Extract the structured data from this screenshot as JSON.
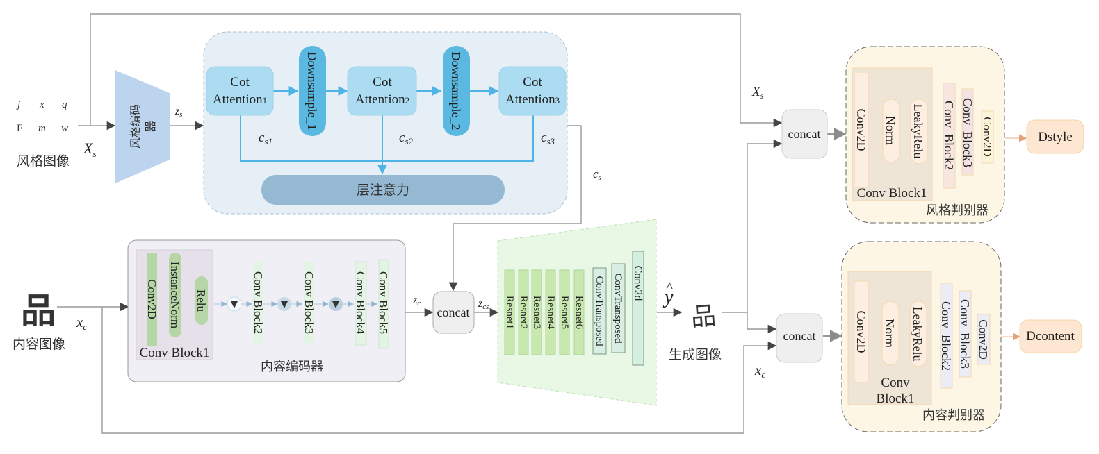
{
  "inputs": {
    "style_glyphs_row1": [
      "j",
      "x",
      "q"
    ],
    "style_glyphs_row2": [
      "F",
      "m",
      "w"
    ],
    "style_image_label": "风格图像",
    "style_var": "X",
    "style_var_sub": "s",
    "content_glyph": "品",
    "content_image_label": "内容图像",
    "content_var": "x",
    "content_var_sub": "c"
  },
  "style_encoder": {
    "label_line1": "风格编码",
    "label_line2": "器",
    "output_var": "z",
    "output_var_sub": "s"
  },
  "attention_module": {
    "cot_blocks": [
      {
        "line1": "Cot",
        "line2": "Attention",
        "index": "1",
        "out_var": "c",
        "out_sub": "s1"
      },
      {
        "line1": "Cot",
        "line2": "Attention",
        "index": "2",
        "out_var": "c",
        "out_sub": "s2"
      },
      {
        "line1": "Cot",
        "line2": "Attention",
        "index": "3",
        "out_var": "c",
        "out_sub": "s3"
      }
    ],
    "downsamples": [
      "Downsample_1",
      "Downsample_2"
    ],
    "layer_attention": "层注意力",
    "output_var": "c",
    "output_var_sub": "s"
  },
  "content_encoder": {
    "title": "内容编码器",
    "block1": {
      "label": "Conv Block1",
      "layers": [
        "Conv2D",
        "InstanceNorm",
        "Relu"
      ]
    },
    "blocks": [
      "Conv Block2",
      "Conv Block3",
      "Conv Block4",
      "Conv Block5"
    ],
    "output_var": "z",
    "output_var_sub": "c"
  },
  "fusion": {
    "concat_label": "concat",
    "output_var": "z",
    "output_var_sub": "cs"
  },
  "decoder": {
    "resnets": [
      "Resnet1",
      "Resnet2",
      "Resnet3",
      "Resnet4",
      "Resnet5",
      "Resnet6"
    ],
    "transposed": [
      "ConvTransposed",
      "ConvTransposed"
    ],
    "final": "Conv2d"
  },
  "output": {
    "var": "y",
    "hat": "^",
    "glyph": "品",
    "label": "生成图像"
  },
  "style_discriminator": {
    "title": "风格判别器",
    "concat_label": "concat",
    "input_var": "X",
    "input_var_sub": "s",
    "block1": {
      "label": "Conv Block1",
      "layers": [
        "Conv2D",
        "Norm",
        "LeakyRelu"
      ]
    },
    "block2": "Conv  Block2",
    "block3": "Conv  Block3",
    "final": "Conv2D",
    "output": "Dstyle"
  },
  "content_discriminator": {
    "title": "内容判别器",
    "concat_label": "concat",
    "input_var": "x",
    "input_var_sub": "c",
    "block1": {
      "label_line1": "Conv",
      "label_line2": "Block1",
      "layers": [
        "Conv2D",
        "Norm",
        "LeakyRelu"
      ]
    },
    "block2": "Conv  Block2",
    "block3": "Conv  Block3",
    "final": "Conv2D",
    "output": "Dcontent"
  },
  "colors": {
    "style_encoder": "#bcd4ee",
    "attention_bg": "#e6eff6",
    "cot_block": "#acdcf2",
    "downsample": "#5bb8e0",
    "layer_attention": "#95b9d2",
    "arrow_blue": "#4eb3e6",
    "content_encoder_bg": "#efeff5",
    "decoder_bg": "#e8f8e4",
    "resnet": "#c8e8b0",
    "discriminator_bg": "#fdf6e4",
    "d_output": "#fde7d2"
  }
}
